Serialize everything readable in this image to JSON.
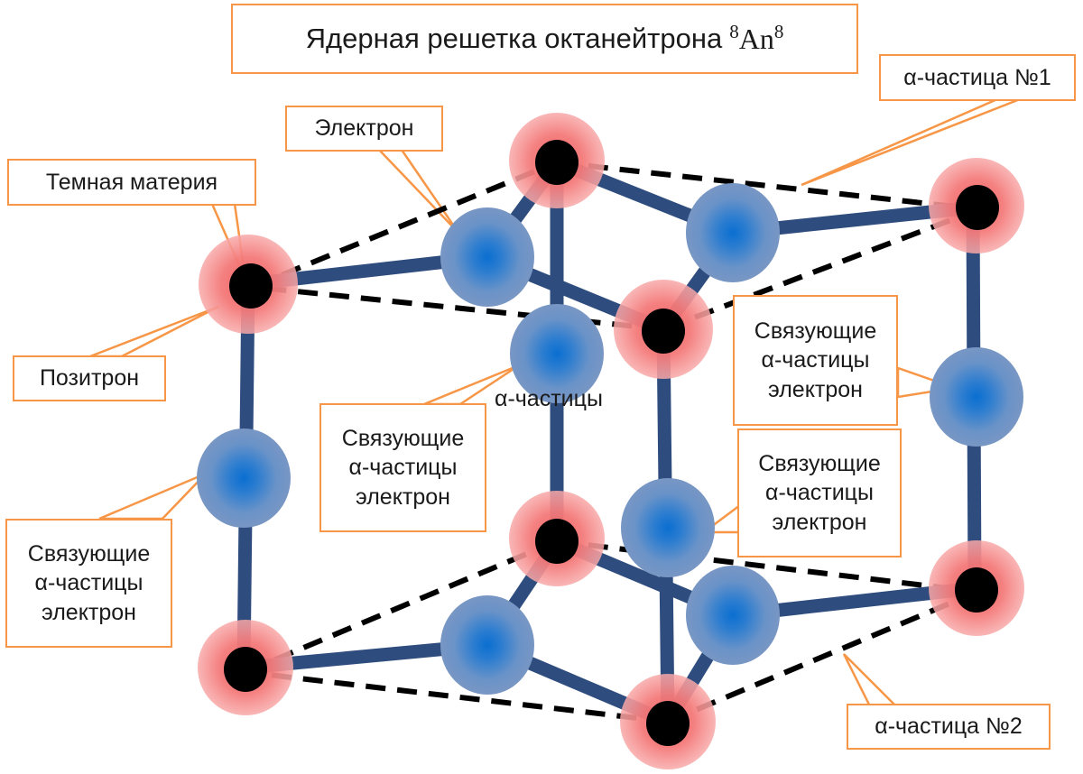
{
  "title": {
    "text": "Ядерная  решетка октанейтрона",
    "formula_pre_sup": "8",
    "formula_symbol": "An",
    "formula_post_sup": "8"
  },
  "labels": {
    "alpha1": "α-частица №1",
    "alpha2": "α-частица №2",
    "electron": "Электрон",
    "dark_matter": "Темная материя",
    "positron": "Позитрон",
    "binding_left": "Связующие\nα-частицы\nэлектрон",
    "binding_center": "Связующие\nα-частицы\nэлектрон",
    "binding_mid_right": "Связующие\nα-частицы\nэлектрон",
    "binding_right": "Связующие\nα-частицы\nэлектрон",
    "alpha_particles_inner": "α-частицы"
  },
  "colors": {
    "callout_border": "#F79646",
    "bond": "#2E4D7E",
    "dashed_edge": "#000000",
    "positron_glow": "#F06060",
    "dark_matter_core": "#000000",
    "electron_outer": "#6F8EBF",
    "electron_inner": "#0A6FD1"
  },
  "legend": [
    {
      "role": "positron",
      "icon": "red-glow-circle"
    },
    {
      "role": "dark-matter",
      "icon": "black-core-circle"
    },
    {
      "role": "electron",
      "icon": "blue-circle"
    }
  ]
}
